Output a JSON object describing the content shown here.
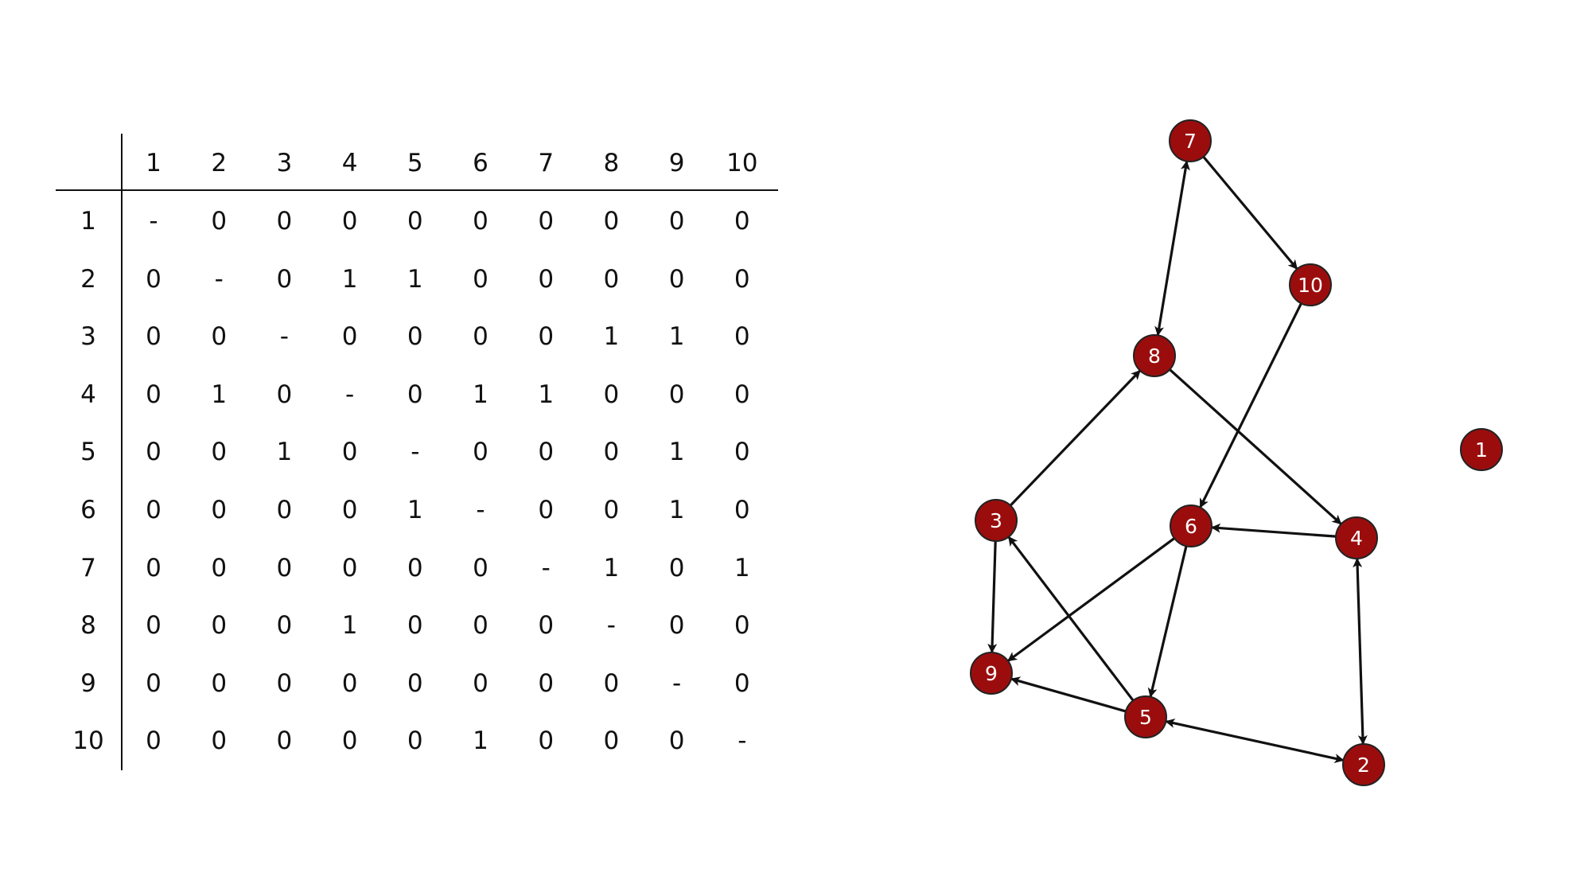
{
  "matrix": {
    "columns": [
      "1",
      "2",
      "3",
      "4",
      "5",
      "6",
      "7",
      "8",
      "9",
      "10"
    ],
    "rows": [
      {
        "label": "1",
        "cells": [
          "-",
          "0",
          "0",
          "0",
          "0",
          "0",
          "0",
          "0",
          "0",
          "0"
        ]
      },
      {
        "label": "2",
        "cells": [
          "0",
          "-",
          "0",
          "1",
          "1",
          "0",
          "0",
          "0",
          "0",
          "0"
        ]
      },
      {
        "label": "3",
        "cells": [
          "0",
          "0",
          "-",
          "0",
          "0",
          "0",
          "0",
          "1",
          "1",
          "0"
        ]
      },
      {
        "label": "4",
        "cells": [
          "0",
          "1",
          "0",
          "-",
          "0",
          "1",
          "1",
          "0",
          "0",
          "0"
        ]
      },
      {
        "label": "5",
        "cells": [
          "0",
          "0",
          "1",
          "0",
          "-",
          "0",
          "0",
          "0",
          "1",
          "0"
        ]
      },
      {
        "label": "6",
        "cells": [
          "0",
          "0",
          "0",
          "0",
          "1",
          "-",
          "0",
          "0",
          "1",
          "0"
        ]
      },
      {
        "label": "7",
        "cells": [
          "0",
          "0",
          "0",
          "0",
          "0",
          "0",
          "-",
          "1",
          "0",
          "1"
        ]
      },
      {
        "label": "8",
        "cells": [
          "0",
          "0",
          "0",
          "1",
          "0",
          "0",
          "0",
          "-",
          "0",
          "0"
        ]
      },
      {
        "label": "9",
        "cells": [
          "0",
          "0",
          "0",
          "0",
          "0",
          "0",
          "0",
          "0",
          "-",
          "0"
        ]
      },
      {
        "label": "10",
        "cells": [
          "0",
          "0",
          "0",
          "0",
          "0",
          "1",
          "0",
          "0",
          "0",
          "-"
        ]
      }
    ]
  },
  "network": {
    "node_color": "#9b0d0d",
    "node_stroke": "#222222",
    "label_color": "#ffffff",
    "edge_color": "#111111",
    "nodes": [
      {
        "id": "1"
      },
      {
        "id": "2"
      },
      {
        "id": "3"
      },
      {
        "id": "4"
      },
      {
        "id": "5"
      },
      {
        "id": "6"
      },
      {
        "id": "7"
      },
      {
        "id": "8"
      },
      {
        "id": "9"
      },
      {
        "id": "10"
      }
    ],
    "edges": [
      {
        "from": "7",
        "to": "8",
        "bidirectional": true
      },
      {
        "from": "7",
        "to": "10",
        "bidirectional": false
      },
      {
        "from": "10",
        "to": "6",
        "bidirectional": false
      },
      {
        "from": "8",
        "to": "4",
        "bidirectional": false
      },
      {
        "from": "3",
        "to": "8",
        "bidirectional": false
      },
      {
        "from": "3",
        "to": "9",
        "bidirectional": false
      },
      {
        "from": "4",
        "to": "6",
        "bidirectional": false
      },
      {
        "from": "6",
        "to": "9",
        "bidirectional": false
      },
      {
        "from": "6",
        "to": "5",
        "bidirectional": false
      },
      {
        "from": "5",
        "to": "3",
        "bidirectional": false
      },
      {
        "from": "5",
        "to": "9",
        "bidirectional": false
      },
      {
        "from": "5",
        "to": "2",
        "bidirectional": true
      },
      {
        "from": "4",
        "to": "2",
        "bidirectional": true
      }
    ]
  }
}
